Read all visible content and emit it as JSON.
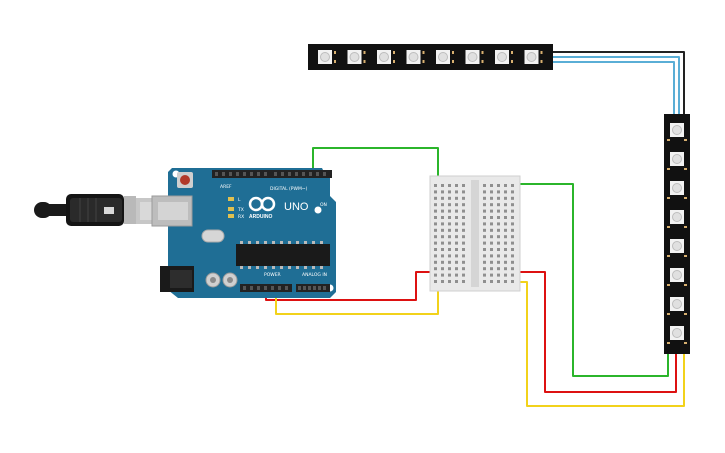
{
  "board": {
    "logo_text": "ARDUINO",
    "model_text": "UNO",
    "digital_label": "DIGITAL (PWM~)",
    "analog_label": "ANALOG IN",
    "power_label": "POWER",
    "aref_label": "AREF",
    "tx_label": "TX",
    "rx_label": "RX",
    "l_label": "L",
    "on_label": "ON"
  },
  "colors": {
    "board": "#1f6e95",
    "wire_green": "#2bb52b",
    "wire_red": "#dd1111",
    "wire_yellow": "#f2d21b",
    "wire_blue": "#5aaed6",
    "strip": "#111111",
    "breadboard": "#e9e9e9"
  },
  "icons": {
    "usb_cable": "usb-cable-icon",
    "barrel_jack": "power-jack-icon",
    "reset_button": "reset-button-icon",
    "infinity_logo": "arduino-infinity-icon"
  }
}
